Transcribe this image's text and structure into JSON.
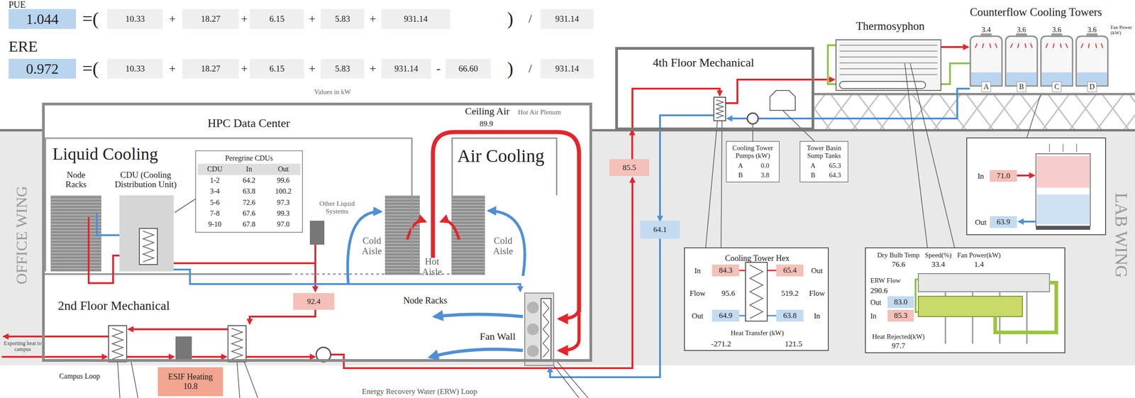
{
  "diagram": {
    "nodes": [
      {
        "text": [
          "1.044"
        ]
      },
      {
        "text": [
          "10.33"
        ]
      },
      {
        "text": [
          "18.27"
        ]
      },
      {
        "text": [
          "6.15"
        ]
      },
      {
        "text": [
          "5.83"
        ]
      },
      {
        "text": [
          "931.14"
        ]
      },
      {
        "text": [
          "931.14"
        ]
      },
      {
        "text": [
          "0.972"
        ]
      },
      {
        "text": [
          "10.33"
        ]
      },
      {
        "text": [
          "18.27"
        ]
      },
      {
        "text": [
          "6.15"
        ]
      },
      {
        "text": [
          "5.83"
        ]
      },
      {
        "text": [
          "931.14"
        ]
      },
      {
        "text": [
          "66.60"
        ]
      },
      {
        "text": [
          "931.14"
        ]
      },
      {
        "text": [
          "HPC Data Center"
        ]
      },
      {
        "text": [
          "Liquid Cooling"
        ],
        "in": 15
      },
      {
        "text": [
          "Peregrine CDUs",
          "CDU",
          "In",
          "Out",
          "1-2",
          "64.2",
          "99.6",
          "3-4",
          "63.8",
          "100.2",
          "5-6",
          "72.6",
          "97.3",
          "7-8",
          "67.6",
          "99.3",
          "9-10",
          "67.8",
          "97.0"
        ],
        "in": 16
      },
      {
        "text": [
          "Air Cooling"
        ],
        "in": 15
      },
      {
        "text": [
          "92.4"
        ],
        "in": 15
      },
      {
        "text": [
          "ESIF Heating",
          "10.8"
        ]
      },
      {
        "text": [
          "4th Floor Mechanical"
        ]
      },
      {
        "text": [
          "85.5"
        ]
      },
      {
        "text": [
          "64.1"
        ]
      },
      {
        "text": [
          "Cooling Tower Pumps (kW)",
          "A",
          "0.0",
          "B",
          "3.8"
        ]
      },
      {
        "text": [
          "Tower Basin Sump Tanks",
          "A",
          "65.3",
          "B",
          "64.3"
        ]
      },
      {
        "text": [
          "Cooling Tower Hex",
          "In",
          "Out",
          "Flow",
          "95.6",
          "519.2",
          "Flow",
          "Out",
          "In",
          "Heat Transfer (kW)",
          "-271.2",
          "121.5"
        ]
      },
      {
        "text": [
          "84.3"
        ],
        "in": 26
      },
      {
        "text": [
          "65.4"
        ],
        "in": 26
      },
      {
        "text": [
          "64.9"
        ],
        "in": 26
      },
      {
        "text": [
          "63.8"
        ],
        "in": 26
      },
      {
        "text": [
          "Dry Bulb Temp",
          "76.6",
          "Speed(%)",
          "33.4",
          "Fan Power(kW)",
          "1.4",
          "ERW Flow",
          "290.6",
          "Out",
          "In",
          "Heat Rejected(kW)",
          "97.7"
        ]
      },
      {
        "text": [
          "83.0"
        ],
        "in": 31
      },
      {
        "text": [
          "85.3"
        ],
        "in": 31
      },
      {
        "text": [
          "In",
          "Out"
        ]
      },
      {
        "text": [
          "71.0"
        ],
        "in": 34
      },
      {
        "text": [
          "63.9"
        ],
        "in": 34
      }
    ],
    "edges": [
      {
        "from": 22,
        "to": 21,
        "arrow": "to"
      },
      {
        "from": 21,
        "to": 23,
        "arrow": "to"
      }
    ],
    "labels": [
      "PUE",
      "=(",
      "+",
      "+",
      "+",
      "+",
      ")",
      "/",
      "ERE",
      "=(",
      "+",
      "+",
      "+",
      "+",
      "-",
      ")",
      "/",
      "Values in kW",
      "OFFICE WING",
      "Node Racks",
      "CDU (Cooling Distribution Unit)",
      "Other Liquid Systems",
      "Cold Aisle",
      "Hot Aisle",
      "Cold Aisle",
      "Node Racks",
      "Ceiling Air",
      "Hot Air Plenum",
      "89.9",
      "Fan Wall",
      "2nd Floor Mechanical",
      "Exporting heat to campus",
      "Campus Loop",
      "Energy Recovery Water (ERW) Loop",
      "Thermosyphon",
      "Counterflow Cooling Towers",
      "3.4",
      "3.6",
      "3.6",
      "3.6",
      "Fan Power (kW)",
      "A",
      "B",
      "C",
      "D",
      "LAB WING"
    ]
  }
}
